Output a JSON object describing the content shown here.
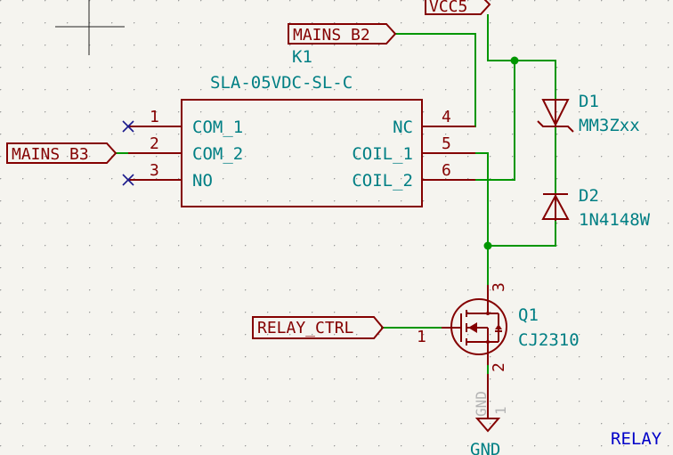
{
  "relay": {
    "ref": "K1",
    "value": "SLA-05VDC-SL-C",
    "pins": {
      "p1": {
        "num": "1",
        "name": "COM_1"
      },
      "p2": {
        "num": "2",
        "name": "COM_2"
      },
      "p3": {
        "num": "3",
        "name": "NO"
      },
      "p4": {
        "num": "4",
        "name": "NC"
      },
      "p5": {
        "num": "5",
        "name": "COIL_1"
      },
      "p6": {
        "num": "6",
        "name": "COIL_2"
      }
    }
  },
  "labels": {
    "mains_b2": "MAINS_B2",
    "mains_b3": "MAINS_B3",
    "vcc5": "VCC5",
    "relay_ctrl": "RELAY_CTRL"
  },
  "d1": {
    "ref": "D1",
    "value": "MM3Zxx"
  },
  "d2": {
    "ref": "D2",
    "value": "1N4148W"
  },
  "q1": {
    "ref": "Q1",
    "value": "CJ2310",
    "pin1": "1",
    "pin2": "2",
    "pin3": "3"
  },
  "gnd": {
    "label": "GND",
    "pin_name": "GND",
    "pin_num": "1"
  },
  "sheet_text": "RELAY",
  "colors": {
    "background": "#f5f4ef",
    "wire": "#009600",
    "component": "#840000",
    "component_text": "#007f84",
    "junction": "#009600",
    "no_connect": "#1a1a8c",
    "sheet_text": "#0000c8",
    "label_text": "#840000"
  }
}
